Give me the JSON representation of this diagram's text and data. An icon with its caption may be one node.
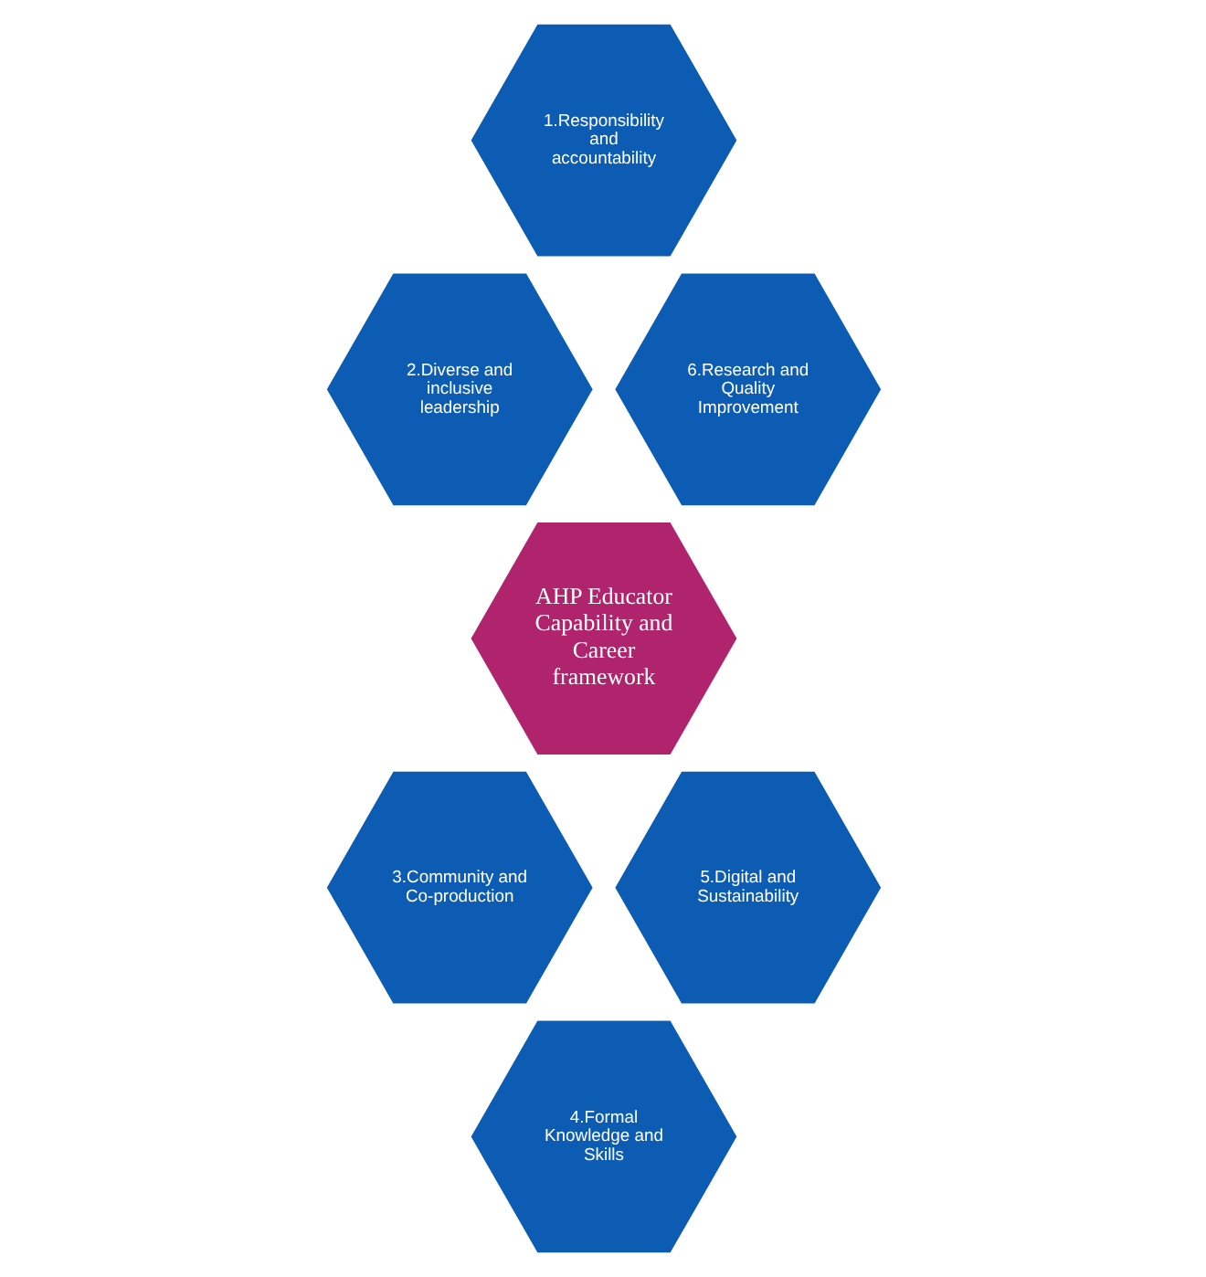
{
  "diagram": {
    "nodes": [
      {
        "text": [
          "AHP Educator Capability and Career framework"
        ]
      },
      {
        "text": [
          "1.Responsibility and accountability"
        ]
      },
      {
        "text": [
          "2.Diverse and inclusive leadership"
        ]
      },
      {
        "text": [
          "3.Community and Co-production"
        ]
      },
      {
        "text": [
          "4.Formal Knowledge and Skills"
        ]
      },
      {
        "text": [
          "5.Digital and Sustainability"
        ]
      },
      {
        "text": [
          "6.Research and Quality Improvement"
        ]
      }
    ]
  }
}
